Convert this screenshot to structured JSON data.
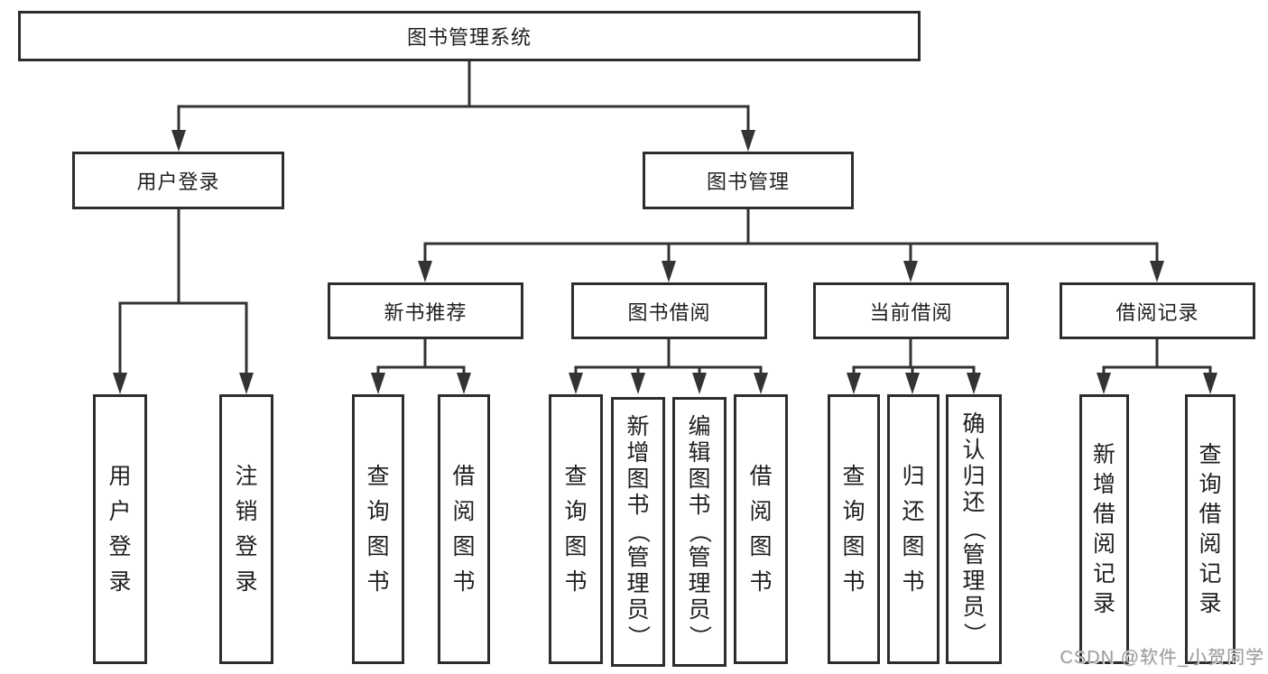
{
  "palette": {
    "background": "#ffffff",
    "line": "#333333",
    "box_border": "#2d2d2d",
    "box_fill": "#ffffff",
    "text": "#1f1f1f",
    "watermark": "#9c9c9c"
  },
  "watermark": {
    "text": "CSDN @软件_小贺同学"
  },
  "diagram": {
    "type": "hierarchy-tree",
    "root": {
      "label": "图书管理系统",
      "children": [
        {
          "label": "用户登录",
          "children": [
            {
              "label": "用户登录"
            },
            {
              "label": "注销登录"
            }
          ]
        },
        {
          "label": "图书管理",
          "children": [
            {
              "label": "新书推荐",
              "children": [
                {
                  "label": "查询图书"
                },
                {
                  "label": "借阅图书"
                }
              ]
            },
            {
              "label": "图书借阅",
              "children": [
                {
                  "label": "查询图书"
                },
                {
                  "label": "新增图书（管理员）"
                },
                {
                  "label": "编辑图书（管理员）"
                },
                {
                  "label": "借阅图书"
                }
              ]
            },
            {
              "label": "当前借阅",
              "children": [
                {
                  "label": "查询图书"
                },
                {
                  "label": "归还图书"
                },
                {
                  "label": "确认归还（管理员）"
                }
              ]
            },
            {
              "label": "借阅记录",
              "children": [
                {
                  "label": "新增借阅记录"
                },
                {
                  "label": "查询借阅记录"
                }
              ]
            }
          ]
        }
      ]
    }
  }
}
